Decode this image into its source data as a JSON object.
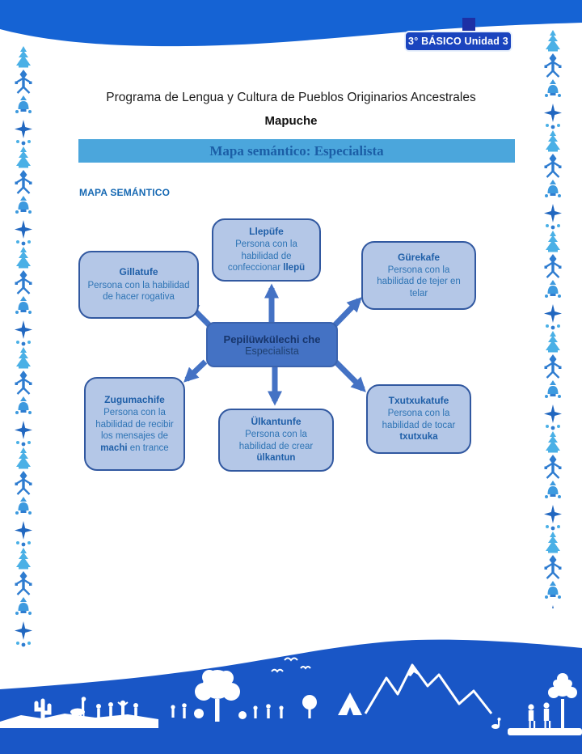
{
  "page": {
    "badge": "3° BÁSICO Unidad 3",
    "title": "Programa de Lengua y Cultura de Pueblos Originarios Ancestrales",
    "subtitle": "Mapuche",
    "section_bar": "Mapa semántico: Especialista",
    "section_label": "MAPA SEMÁNTICO"
  },
  "diagram": {
    "center": {
      "title": "Pepilüwkülechi che",
      "subtitle": "Especialista"
    },
    "nodes": {
      "top": {
        "title": "Llepüfe",
        "body_prefix": "Persona con la habilidad de confeccionar ",
        "body_bold": "llepü",
        "body_suffix": ""
      },
      "left": {
        "title": "Gillatufe",
        "body_prefix": "Persona con la habilidad de hacer rogativa",
        "body_bold": "",
        "body_suffix": ""
      },
      "right": {
        "title": "Gürekafe",
        "body_prefix": "Persona con la habilidad de tejer en telar",
        "body_bold": "",
        "body_suffix": ""
      },
      "bottom_left": {
        "title": "Zugumachife",
        "body_prefix": "Persona con la habilidad de recibir los mensajes de ",
        "body_bold": "machi",
        "body_suffix": " en trance"
      },
      "bottom_center": {
        "title": "Ülkantunfe",
        "body_prefix": "Persona con la habilidad de crear ",
        "body_bold": "ülkantun",
        "body_suffix": ""
      },
      "bottom_right": {
        "title": "Txutxukatufe",
        "body_prefix": "Persona con la habilidad de tocar ",
        "body_bold": "txutxuka",
        "body_suffix": ""
      }
    }
  },
  "colors": {
    "top_wave_blue": "#1563D4",
    "badge_blue": "#1A44BE",
    "section_bar_blue": "#4BA6DC",
    "section_bar_text": "#1B5EA6",
    "label_blue": "#1769B3",
    "node_fill": "#B4C7E7",
    "node_border": "#3158A0",
    "node_title_text": "#1F5FA8",
    "node_body_text": "#2E74B5",
    "center_fill": "#4472C4",
    "center_text": "#17356B",
    "arrow_blue": "#4472C4",
    "landscape_blue": "#1956C6",
    "border_motif_light": "#4AB0E6",
    "border_motif_medium": "#2E7CD0"
  }
}
